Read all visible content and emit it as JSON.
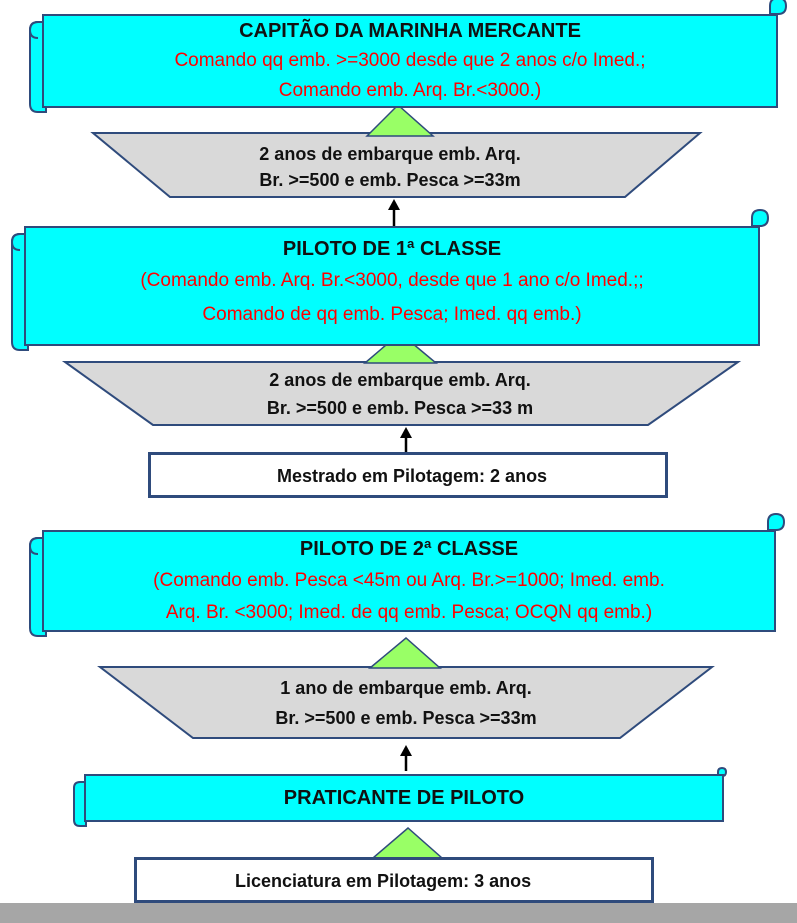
{
  "levels": [
    {
      "title": "CAPITÃO DA MARINHA MERCANTE",
      "desc_line1": "Comando qq emb. >=3000 desde que 2 anos c/o Imed.;",
      "desc_line2": "Comando emb. Arq. Br.<3000.)"
    },
    {
      "title": "PILOTO DE 1ª CLASSE",
      "desc_line1": "(Comando emb. Arq. Br.<3000, desde que 1 ano c/o Imed.;;",
      "desc_line2": "Comando de qq emb. Pesca; Imed. qq emb.)"
    },
    {
      "title": "PILOTO DE 2ª CLASSE",
      "desc_line1": "(Comando emb. Pesca <45m ou Arq. Br.>=1000; Imed. emb.",
      "desc_line2": "Arq. Br. <3000; Imed. de qq emb. Pesca; OCQN qq emb.)"
    },
    {
      "title": "PRATICANTE DE PILOTO"
    }
  ],
  "requirements": [
    {
      "line1": "2 anos de embarque emb. Arq.",
      "line2": "Br. >=500 e emb.  Pesca >=33m"
    },
    {
      "line1": "2 anos de embarque emb. Arq.",
      "line2": "Br. >=500 e emb.  Pesca >=33 m"
    },
    {
      "line1": "1 ano de embarque emb. Arq.",
      "line2": "Br. >=500 e emb.  Pesca >=33m"
    }
  ],
  "education": {
    "masters": "Mestrado em Pilotagem: 2 anos",
    "bachelor": "Licenciatura em Pilotagem: 3 anos",
    "masters_icon": "open-book-icon"
  },
  "colors": {
    "scroll_fill": "#00ffff",
    "scroll_border": "#2f4b7c",
    "trapezoid_fill": "#d9d9d9",
    "triangle_fill": "#99ff66",
    "desc_text": "#ff0000"
  }
}
